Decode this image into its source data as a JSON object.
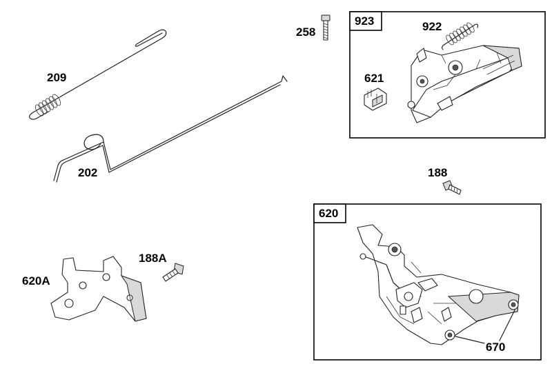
{
  "diagram": {
    "labels": {
      "p209": "209",
      "p202": "202",
      "p258": "258",
      "p621": "621",
      "p922": "922",
      "p188": "188",
      "p620a": "620A",
      "p188a": "188A",
      "p670": "670"
    },
    "boxes": {
      "b923": "923",
      "b620": "620"
    },
    "colors": {
      "line": "#222222",
      "shade": "#d9d9d9",
      "background": "#ffffff"
    }
  }
}
